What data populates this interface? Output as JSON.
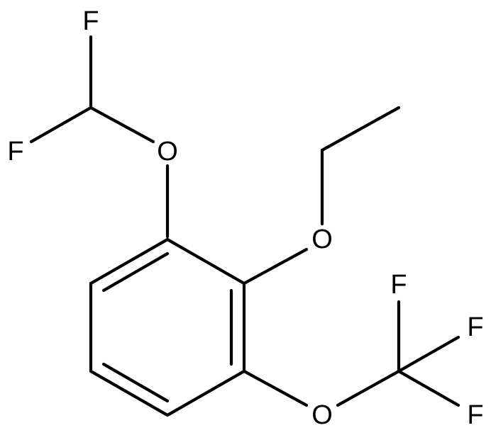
{
  "molecule": {
    "atoms": {
      "f1": "F",
      "f2": "F",
      "o1": "O",
      "o2": "O",
      "o3": "O",
      "f3": "F",
      "f4": "F",
      "f5": "F"
    }
  }
}
